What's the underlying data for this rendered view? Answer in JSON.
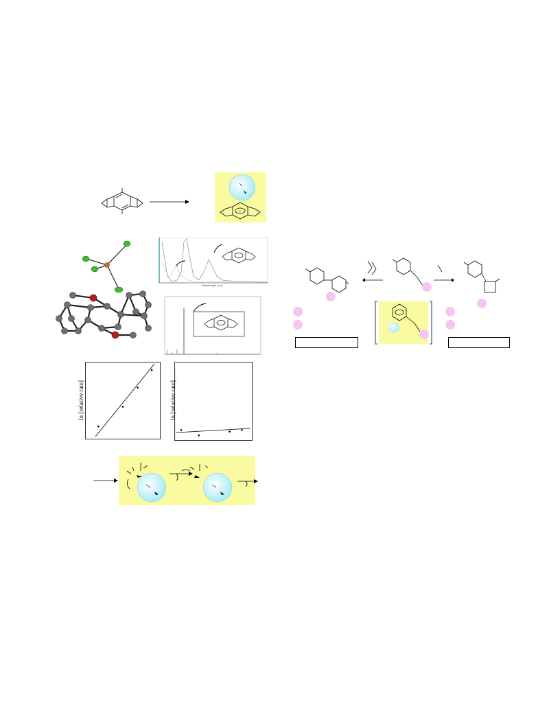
{
  "plots": {
    "plot_left": {
      "ylabel": "ln [relative rate]",
      "slope": "steep-positive",
      "points_rel": [
        [
          0.17,
          0.16
        ],
        [
          0.5,
          0.42
        ],
        [
          0.7,
          0.67
        ],
        [
          0.89,
          0.9
        ]
      ]
    },
    "plot_right": {
      "ylabel": "ln [relative rate]",
      "slope": "flat",
      "points_rel": [
        [
          0.08,
          0.13
        ],
        [
          0.31,
          0.06
        ],
        [
          0.71,
          0.11
        ],
        [
          0.87,
          0.13
        ]
      ]
    }
  },
  "spectra": {
    "uv_vis": {
      "xlabel": "Wavelength (nm)"
    }
  },
  "colors": {
    "highlight_box": "#fafaa0",
    "cation_sphere": "#a7ecf5",
    "substituent_sphere": "#f6c6f1",
    "ortep_carbon": "#6f6f6f",
    "ortep_oxygen": "#b0201c",
    "ortep_chlorine": "#3fba2f",
    "ortep_metal": "#d06a10"
  },
  "icons": {
    "reaction_arrow": "right-arrow",
    "cation_sphere": "cyan-sphere",
    "substituent_marker": "pink-circle"
  }
}
